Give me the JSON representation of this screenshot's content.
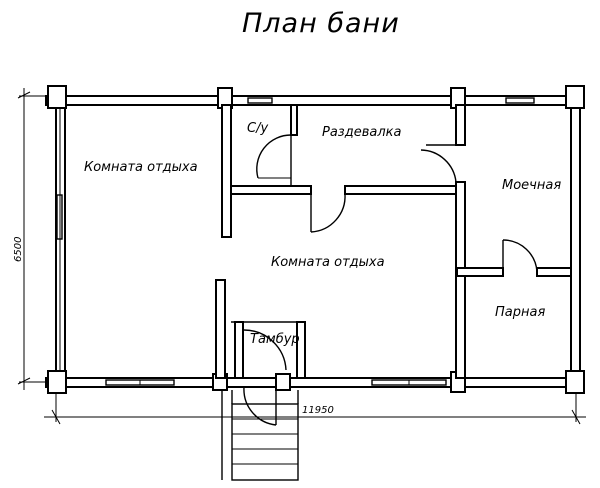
{
  "title": "План бани",
  "rooms": {
    "rest_room_left": "Комната отдыха",
    "rest_room_center": "Комната отдыха",
    "wc": "С/у",
    "changing_room": "Раздевалка",
    "washing_room": "Моечная",
    "steam_room": "Парная",
    "vestibule": "Тамбур"
  },
  "dimensions": {
    "width": "11950",
    "height": "6500"
  }
}
